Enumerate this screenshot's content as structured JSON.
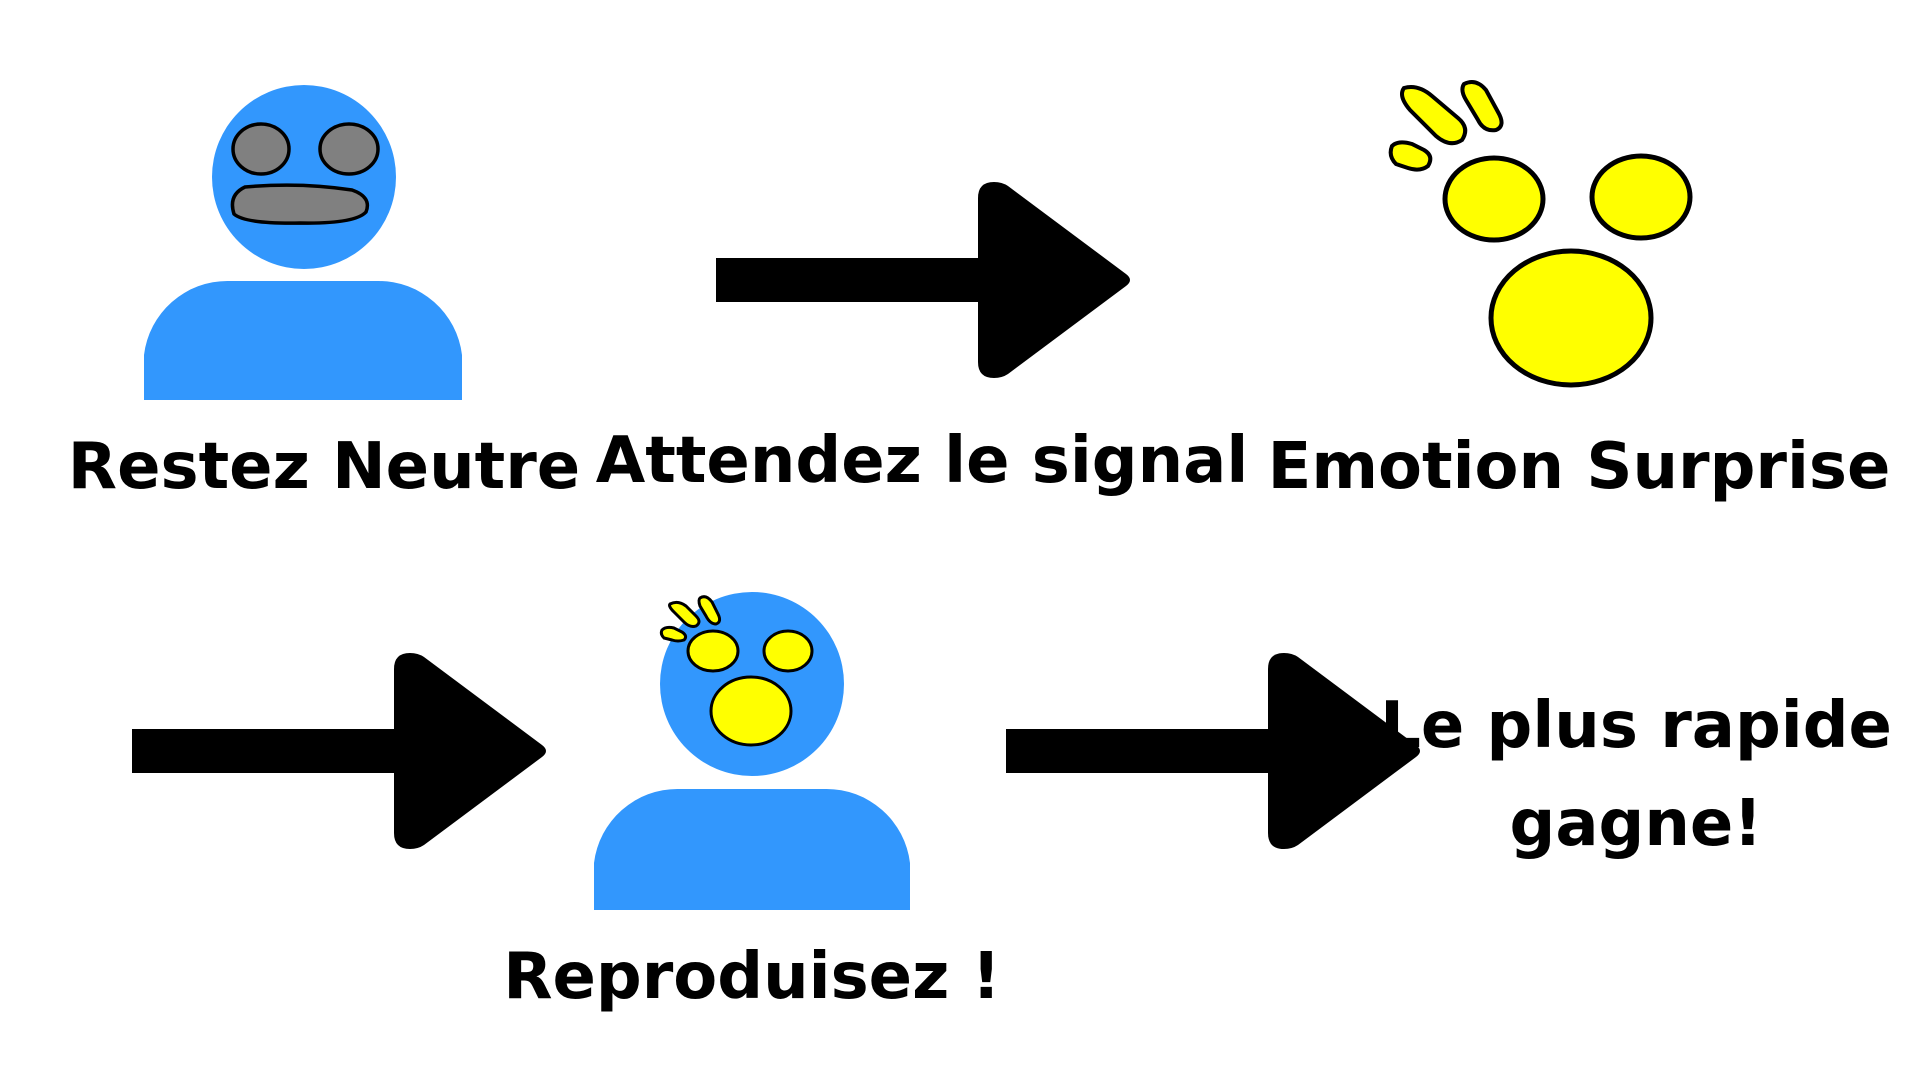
{
  "colors": {
    "background": "#ffffff",
    "person": "#3297fd",
    "neutral_features": "#808080",
    "surprise_features": "#ffff00",
    "outline": "#000000",
    "arrow": "#000000"
  },
  "steps": [
    {
      "label": "Restez Neutre",
      "icon": "neutral-person-icon"
    },
    {
      "label": "Attendez le signal",
      "icon": "arrow-right-icon"
    },
    {
      "label": "Emotion Surprise",
      "icon": "surprised-face-icon"
    },
    {
      "label": "",
      "icon": "arrow-right-icon"
    },
    {
      "label": "Reproduisez !",
      "icon": "surprised-person-icon"
    },
    {
      "label": "",
      "icon": "arrow-right-icon"
    }
  ],
  "final": {
    "line1": "Le plus rapide",
    "line2": "gagne!"
  }
}
